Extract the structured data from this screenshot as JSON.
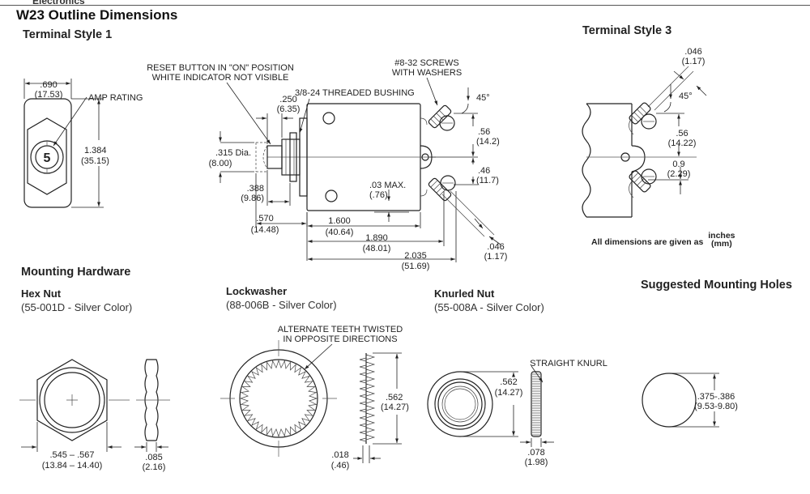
{
  "header": {
    "section_partial": "Electronics",
    "title": "W23 Outline Dimensions"
  },
  "terminal_style_1": {
    "heading": "Terminal Style 1",
    "front": {
      "width_in": ".690",
      "width_mm": "(17.53)",
      "height_in": "1.384",
      "height_mm": "(35.15)",
      "amp_label": "AMP RATING",
      "rating_value": "5"
    },
    "side": {
      "reset_line1": "RESET BUTTON IN \"ON\" POSITION",
      "reset_line2": "WHITE INDICATOR NOT VISIBLE",
      "bushing": "3/8-24 THREADED BUSHING",
      "screws_line1": "#8-32 SCREWS",
      "screws_line2": "WITH WASHERS",
      "dia_in": ".315 Dia.",
      "dia_mm": "(8.00)",
      "d250_in": ".250",
      "d250_mm": "(6.35)",
      "d388_in": ".388",
      "d388_mm": "(9.86)",
      "d570_in": ".570",
      "d570_mm": "(14.48)",
      "d03_in": ".03 MAX.",
      "d03_mm": "(.76)",
      "d1600_in": "1.600",
      "d1600_mm": "(40.64)",
      "d1890_in": "1.890",
      "d1890_mm": "(48.01)",
      "d2035_in": "2.035",
      "d2035_mm": "(51.69)",
      "angle": "45°",
      "d56_in": ".56",
      "d56_mm": "(14.2)",
      "d46_in": ".46",
      "d46_mm": "(11.7)",
      "d046_in": ".046",
      "d046_mm": "(1.17)"
    }
  },
  "terminal_style_3": {
    "heading": "Terminal Style 3",
    "d046_in": ".046",
    "d046_mm": "(1.17)",
    "angle": "45°",
    "d56_in": ".56",
    "d56_mm": "(14.22)",
    "d09_in": "0.9",
    "d09_mm": "(2.29)"
  },
  "units_note": {
    "prefix": "All dimensions are given as",
    "unit_top": "inches",
    "unit_bottom": "(mm)"
  },
  "mounting_hardware": {
    "heading": "Mounting Hardware",
    "hex_nut": {
      "title": "Hex Nut",
      "part": "(55-001D - Silver Color)",
      "across_in": ".545 – .567",
      "across_mm": "(13.84 – 14.40)",
      "thick_in": ".085",
      "thick_mm": "(2.16)"
    },
    "lockwasher": {
      "title": "Lockwasher",
      "part": "(88-006B - Silver Color)",
      "note_line1": "ALTERNATE TEETH TWISTED",
      "note_line2": "IN OPPOSITE DIRECTIONS",
      "dia_in": ".562",
      "dia_mm": "(14.27)",
      "thick_in": ".018",
      "thick_mm": "(.46)"
    },
    "knurled_nut": {
      "title": "Knurled Nut",
      "part": "(55-008A - Silver Color)",
      "knurl_label": "STRAIGHT KNURL",
      "dia_in": ".562",
      "dia_mm": "(14.27)",
      "thick_in": ".078",
      "thick_mm": "(1.98)"
    }
  },
  "suggested_mounting": {
    "heading": "Suggested Mounting Holes",
    "dia_in": ".375-.386",
    "dia_mm": "(9.53-9.80)"
  }
}
